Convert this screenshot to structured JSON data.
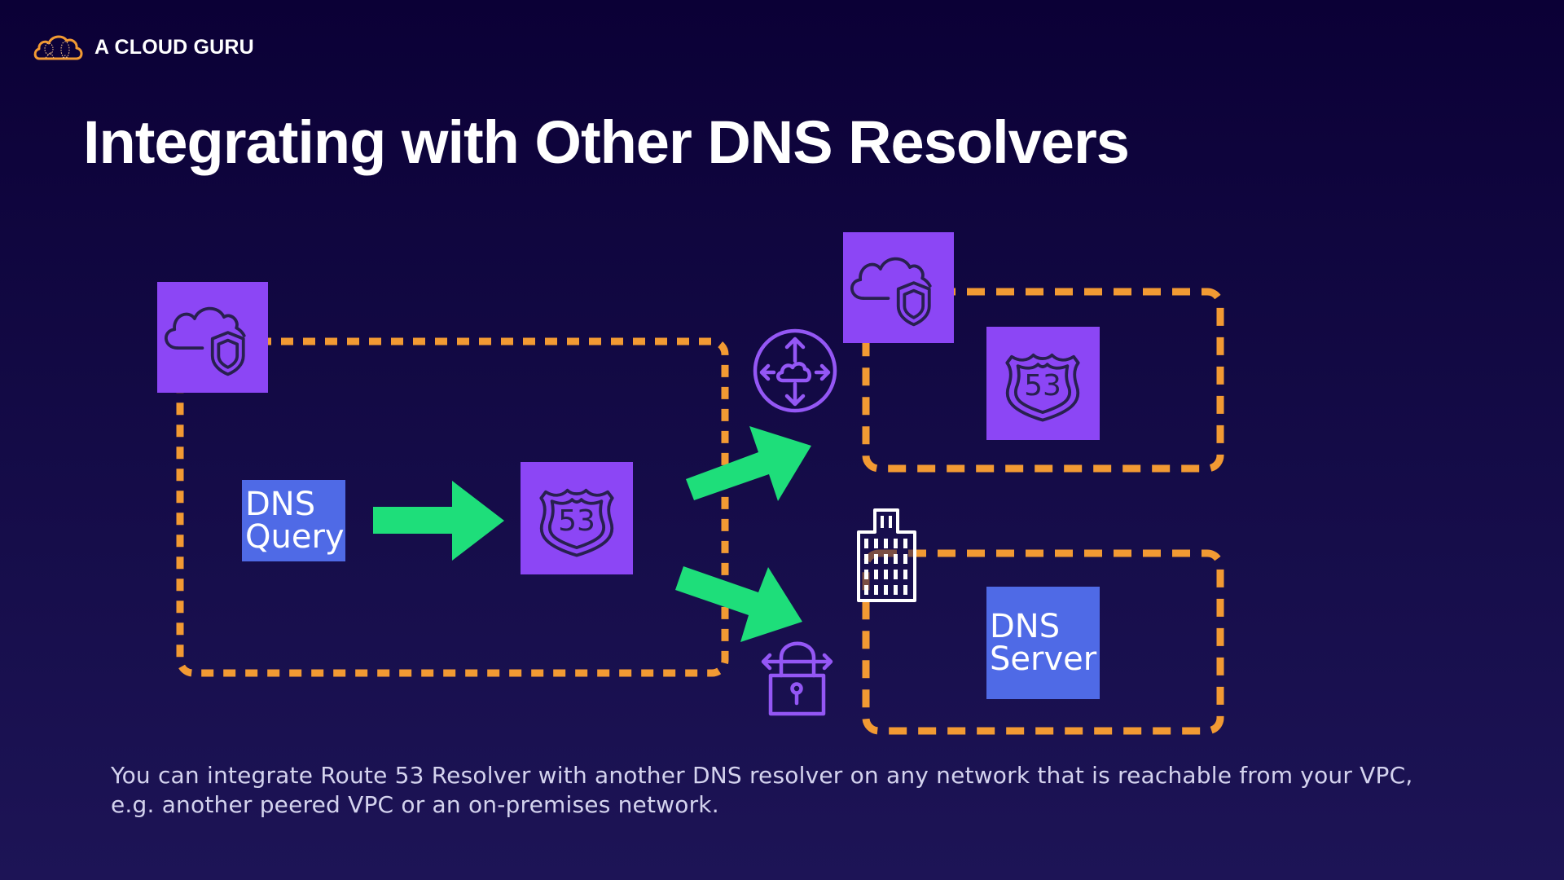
{
  "brand": {
    "name": "A CLOUD GURU",
    "logo_icon": "cloud-guru-logo-icon",
    "accent": "#f29a33"
  },
  "slide": {
    "title": "Integrating with Other DNS Resolvers",
    "caption_line1": "You can integrate Route 53 Resolver with another DNS resolver on any network that is reachable from your VPC,",
    "caption_line2": "e.g. another peered VPC or an on-premises network."
  },
  "colors": {
    "background_top": "#0b0036",
    "background_bottom": "#1d1456",
    "service_purple": "#8c46f5",
    "box_blue": "#4f6ae6",
    "arrow_green": "#1ede7a",
    "boundary_orange": "#f29a33",
    "icon_stroke_dark": "#28204f",
    "peering_purple": "#9457f5"
  },
  "diagram": {
    "source_vpc": {
      "icon": "vpc-cloud-shield-icon",
      "dns_query_label_line1": "DNS",
      "dns_query_label_line2": "Query",
      "resolver_icon": "route53-shield-icon",
      "resolver_number": "53"
    },
    "connections": {
      "peering_icon": "vpc-peering-icon",
      "vpn_icon": "vpn-lock-icon"
    },
    "peered_vpc": {
      "icon": "vpc-cloud-shield-icon",
      "resolver_icon": "route53-shield-icon",
      "resolver_number": "53"
    },
    "on_premises": {
      "icon": "corporate-data-center-building-icon",
      "dns_server_label_line1": "DNS",
      "dns_server_label_line2": "Server"
    }
  }
}
